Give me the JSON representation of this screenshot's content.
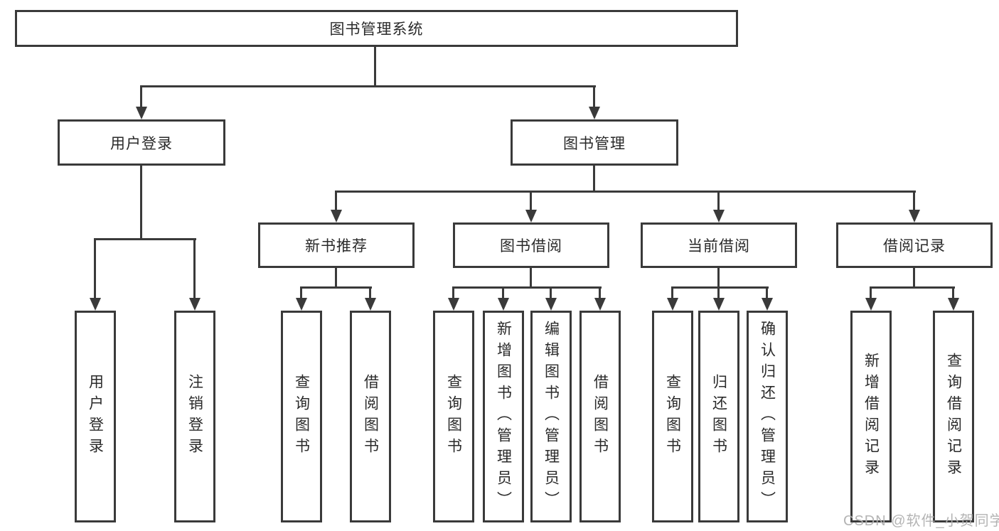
{
  "diagram": {
    "root": {
      "label": "图书管理系统"
    },
    "level2": [
      {
        "label": "用户登录"
      },
      {
        "label": "图书管理"
      }
    ],
    "level3": [
      {
        "label": "新书推荐"
      },
      {
        "label": "图书借阅"
      },
      {
        "label": "当前借阅"
      },
      {
        "label": "借阅记录"
      }
    ],
    "leaves": {
      "user_login": [
        {
          "label": "用户登录"
        },
        {
          "label": "注销登录"
        }
      ],
      "new_book": [
        {
          "label": "查询图书"
        },
        {
          "label": "借阅图书"
        }
      ],
      "book_borrow": [
        {
          "label": "查询图书"
        },
        {
          "label": "新增图书（管理员）"
        },
        {
          "label": "编辑图书（管理员）"
        },
        {
          "label": "借阅图书"
        }
      ],
      "current_borrow": [
        {
          "label": "查询图书"
        },
        {
          "label": "归还图书"
        },
        {
          "label": "确认归还（管理员）"
        }
      ],
      "borrow_records": [
        {
          "label": "新增借阅记录"
        },
        {
          "label": "查询借阅记录"
        }
      ]
    }
  },
  "watermark": {
    "text": "CSDN @软件_小贺同学"
  },
  "colors": {
    "line": "#3a3a3a",
    "text": "#2a2a2a",
    "background": "#ffffff",
    "watermark": "#b0b0b0"
  }
}
